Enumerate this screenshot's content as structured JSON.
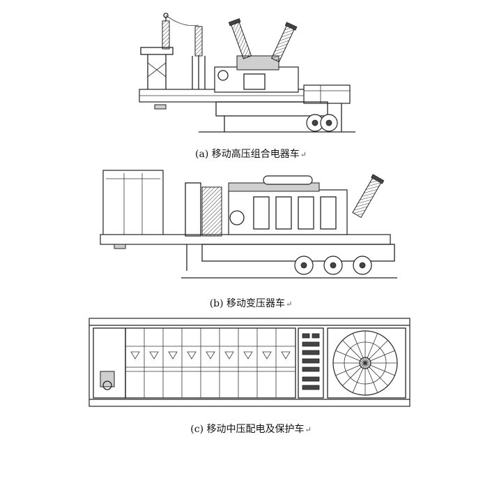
{
  "figure": {
    "caption_a": "(a)  移动高压组合电器车",
    "caption_b": "(b)  移动变压器车",
    "caption_c": "(c)  移动中压配电及保护车",
    "return_mark": "↵"
  }
}
